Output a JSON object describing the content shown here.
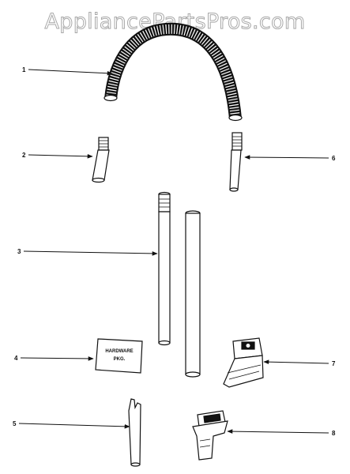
{
  "watermark": "AppliancePartsPros.com",
  "callouts": {
    "c1": "1",
    "c2": "2",
    "c3": "3",
    "c4": "4",
    "c5": "5",
    "c6": "6",
    "c7": "7",
    "c8": "8"
  },
  "hardware_pkg": {
    "line1": "HARDWARE",
    "line2": "PKG."
  },
  "colors": {
    "ink": "#111111",
    "watermark_outline": "#9a9a9a",
    "background": "#ffffff"
  }
}
